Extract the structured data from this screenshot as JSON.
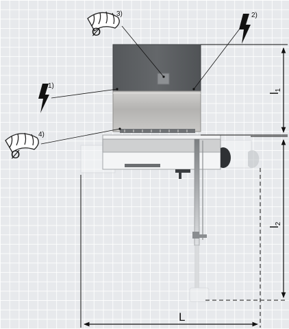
{
  "callouts": {
    "c1": "1)",
    "c2": "2)",
    "c3": "3)",
    "c4": "4)"
  },
  "symbols": {
    "diameter": "Ø"
  },
  "dimensions": {
    "l1": {
      "main": "l",
      "sub": "1"
    },
    "l2": {
      "main": "l",
      "sub": "2"
    },
    "L": "L"
  },
  "icons": {
    "power": "lightning-bolt-icon",
    "duct": "flexible-duct-icon"
  },
  "colors": {
    "background": "#e7e9ec",
    "grid": "#ffffff",
    "housing": "#5d6063",
    "steel": "#bdbcbb",
    "line": "#111111"
  }
}
